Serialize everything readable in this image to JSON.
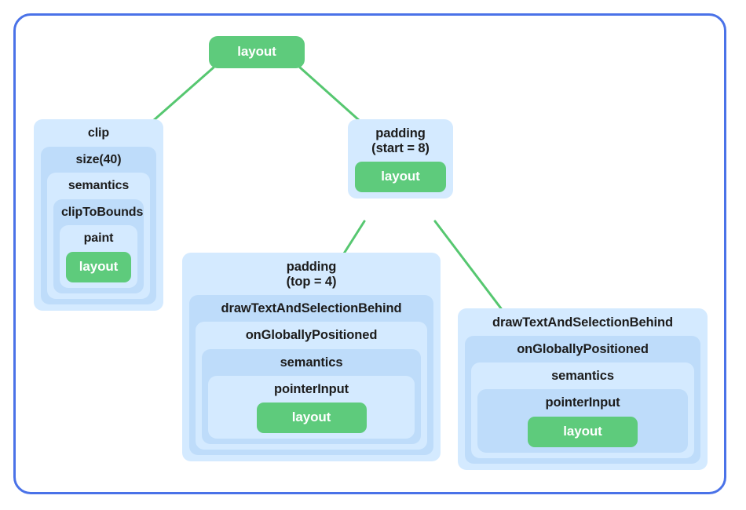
{
  "diagram": {
    "title": "compose-modifier-node-tree",
    "type": "tree",
    "frame": {
      "border_color": "#4a72e8",
      "background": "#ffffff"
    },
    "colors": {
      "leaf_green": "#5ecb7c",
      "wrapper_blue_light": "#d4eaff",
      "wrapper_blue_dark": "#bedcfa",
      "edge_green": "#56c770",
      "text_dark": "#1c1c1c",
      "text_light": "#ffffff"
    },
    "nodes": {
      "root": {
        "id": "root-layout",
        "label": "layout",
        "kind": "leaf"
      },
      "clip_stack": {
        "id": "clip",
        "kind": "wrapper-stack",
        "layers": [
          {
            "label": "clip"
          },
          {
            "label": "size(40)"
          },
          {
            "label": "semantics"
          },
          {
            "label": "clipToBounds"
          },
          {
            "label": "paint"
          }
        ],
        "leaf": {
          "label": "layout"
        }
      },
      "padding_start_stack": {
        "id": "padding-start",
        "kind": "wrapper-stack",
        "layers": [
          {
            "label": "padding\n(start = 8)"
          }
        ],
        "leaf": {
          "label": "layout"
        }
      },
      "padding_top_stack": {
        "id": "padding-top",
        "kind": "wrapper-stack",
        "layers": [
          {
            "label": "padding\n(top = 4)"
          },
          {
            "label": "drawTextAndSelectionBehind"
          },
          {
            "label": "onGloballyPositioned"
          },
          {
            "label": "semantics"
          },
          {
            "label": "pointerInput"
          }
        ],
        "leaf": {
          "label": "layout"
        }
      },
      "dtasb_right_stack": {
        "id": "dtasb-right",
        "kind": "wrapper-stack",
        "layers": [
          {
            "label": "drawTextAndSelectionBehind"
          },
          {
            "label": "onGloballyPositioned"
          },
          {
            "label": "semantics"
          },
          {
            "label": "pointerInput"
          }
        ],
        "leaf": {
          "label": "layout"
        }
      }
    },
    "edges": [
      {
        "from": "root-layout",
        "to": "clip"
      },
      {
        "from": "root-layout",
        "to": "padding-start"
      },
      {
        "from": "padding-start-layout",
        "to": "padding-top"
      },
      {
        "from": "padding-start-layout",
        "to": "dtasb-right"
      }
    ]
  }
}
